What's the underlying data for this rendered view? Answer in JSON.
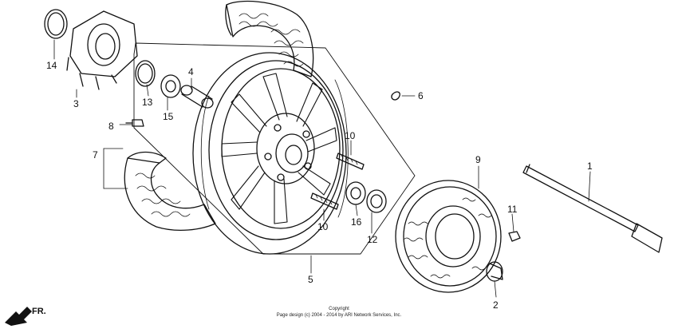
{
  "callouts": {
    "c1": "1",
    "c2": "2",
    "c3": "3",
    "c4": "4",
    "c5": "5",
    "c6": "6",
    "c7": "7",
    "c8": "8",
    "c9": "9",
    "c10a": "10",
    "c10b": "10",
    "c11": "11",
    "c12": "12",
    "c13": "13",
    "c14": "14",
    "c15": "15",
    "c16": "16"
  },
  "direction_label": "FR.",
  "copyright": {
    "line1": "Copyright",
    "line2": "Page design (c) 2004 - 2014 by ARI Network Services, Inc."
  }
}
